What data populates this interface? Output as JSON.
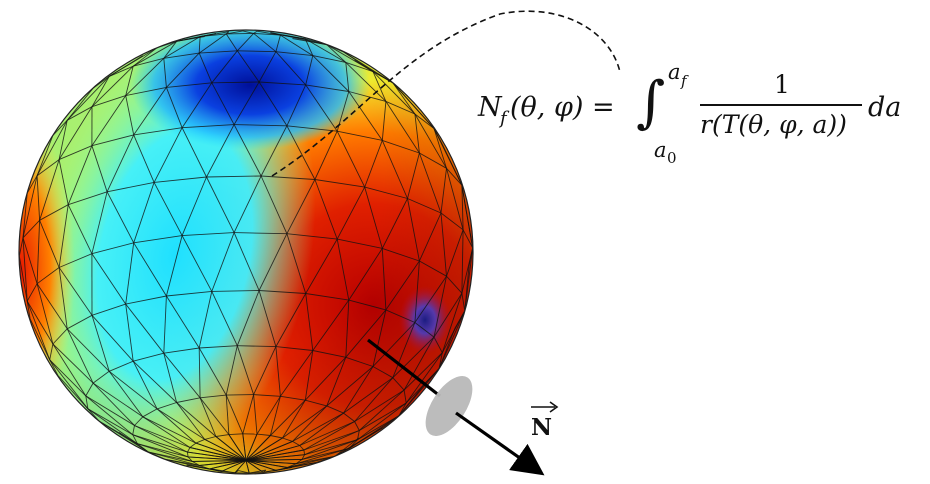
{
  "formula": {
    "lhs": "N",
    "lhs_sub": "f",
    "lhs_args": "(θ, φ) =",
    "int_upper": "a",
    "int_upper_sub": "f",
    "int_lower": "a",
    "int_lower_sub": "0",
    "numerator": "1",
    "denominator": "r(T(θ, φ, a))",
    "differential": "da"
  },
  "vector_label": "N",
  "colors": {
    "red": "#d40000",
    "orange": "#ff8a00",
    "yellow": "#f2ff3a",
    "cyan": "#22e6ff",
    "blue": "#0a2cc8",
    "mesh": "#111111",
    "disc": "#b8b8b8"
  }
}
